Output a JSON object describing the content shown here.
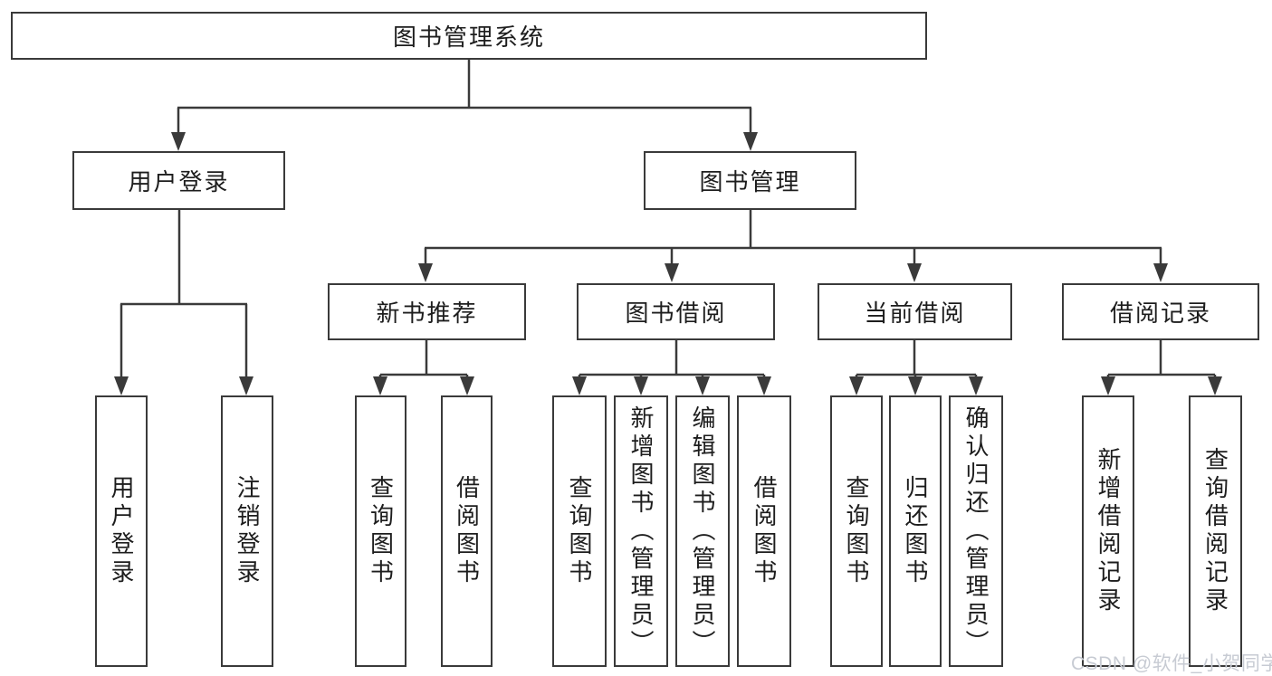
{
  "diagram": {
    "type": "hierarchy-tree",
    "root": {
      "label": "图书管理系统",
      "children": [
        {
          "label": "用户登录",
          "children": [
            {
              "label": "用户登录"
            },
            {
              "label": "注销登录"
            }
          ]
        },
        {
          "label": "图书管理",
          "children": [
            {
              "label": "新书推荐",
              "children": [
                {
                  "label": "查询图书"
                },
                {
                  "label": "借阅图书"
                }
              ]
            },
            {
              "label": "图书借阅",
              "children": [
                {
                  "label": "查询图书"
                },
                {
                  "label": "新增图书（管理员）"
                },
                {
                  "label": "编辑图书（管理员）"
                },
                {
                  "label": "借阅图书"
                }
              ]
            },
            {
              "label": "当前借阅",
              "children": [
                {
                  "label": "查询图书"
                },
                {
                  "label": "归还图书"
                },
                {
                  "label": "确认归还（管理员）"
                }
              ]
            },
            {
              "label": "借阅记录",
              "children": [
                {
                  "label": "新增借阅记录"
                },
                {
                  "label": "查询借阅记录"
                }
              ]
            }
          ]
        }
      ]
    }
  },
  "watermark": {
    "text": "CSDN @软件_小贺同学"
  },
  "colors": {
    "line": "#3a3a3a",
    "text": "#1d1d1d",
    "watermark": "#c7cbd3",
    "background": "#ffffff"
  }
}
